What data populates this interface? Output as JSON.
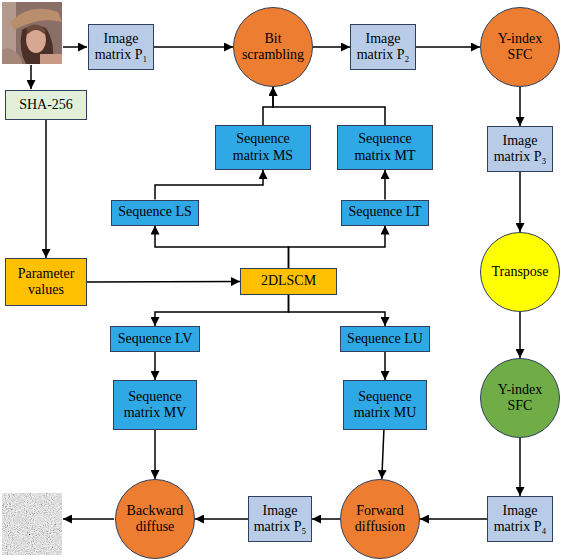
{
  "diagram": {
    "nodes": [
      {
        "text": [
          "Image matrix P₁"
        ]
      },
      {
        "text": [
          "Bit scrambling"
        ]
      },
      {
        "text": [
          "Image matrix P₂"
        ]
      },
      {
        "text": [
          "Y-index SFC"
        ]
      },
      {
        "text": [
          "SHA-256"
        ]
      },
      {
        "text": [
          "Sequence matrix MS"
        ]
      },
      {
        "text": [
          "Sequence matrix MT"
        ]
      },
      {
        "text": [
          "Image matrix P₃"
        ]
      },
      {
        "text": [
          "Sequence LS"
        ]
      },
      {
        "text": [
          "Sequence LT"
        ]
      },
      {
        "text": [
          "Parameter values"
        ]
      },
      {
        "text": [
          "2DLSCM"
        ]
      },
      {
        "text": [
          "Transpose"
        ]
      },
      {
        "text": [
          "Sequence LV"
        ]
      },
      {
        "text": [
          "Sequence LU"
        ]
      },
      {
        "text": [
          "Sequence matrix MV"
        ]
      },
      {
        "text": [
          "Sequence matrix MU"
        ]
      },
      {
        "text": [
          "Y-index SFC"
        ]
      },
      {
        "text": [
          "Backward diffuse"
        ]
      },
      {
        "text": [
          "Image matrix P₅"
        ]
      },
      {
        "text": [
          "Forward diffusion"
        ]
      },
      {
        "text": [
          "Image matrix P₄"
        ]
      }
    ],
    "edges": [
      {
        "from": 0,
        "to": 1,
        "arrow": "to"
      },
      {
        "from": 1,
        "to": 2,
        "arrow": "to"
      },
      {
        "from": 2,
        "to": 3,
        "arrow": "to"
      },
      {
        "from": 3,
        "to": 7,
        "arrow": "to"
      },
      {
        "from": 7,
        "to": 12,
        "arrow": "to"
      },
      {
        "from": 12,
        "to": 17,
        "arrow": "to"
      },
      {
        "from": 17,
        "to": 21,
        "arrow": "to"
      },
      {
        "from": 21,
        "to": 20,
        "arrow": "to"
      },
      {
        "from": 20,
        "to": 19,
        "arrow": "to"
      },
      {
        "from": 19,
        "to": 18,
        "arrow": "to"
      },
      {
        "from": 4,
        "to": 10,
        "arrow": "to"
      },
      {
        "from": 10,
        "to": 11,
        "arrow": "to"
      },
      {
        "from": 11,
        "to": 8,
        "arrow": "to"
      },
      {
        "from": 11,
        "to": 9,
        "arrow": "to"
      },
      {
        "from": 11,
        "to": 13,
        "arrow": "to"
      },
      {
        "from": 11,
        "to": 14,
        "arrow": "to"
      },
      {
        "from": 8,
        "to": 5,
        "arrow": "to"
      },
      {
        "from": 9,
        "to": 6,
        "arrow": "to"
      },
      {
        "from": 5,
        "to": 1,
        "arrow": "to"
      },
      {
        "from": 6,
        "to": 1,
        "arrow": "to"
      },
      {
        "from": 13,
        "to": 15,
        "arrow": "to"
      },
      {
        "from": 14,
        "to": 16,
        "arrow": "to"
      },
      {
        "from": 15,
        "to": 18,
        "arrow": "to"
      },
      {
        "from": 16,
        "to": 20,
        "arrow": "to"
      }
    ]
  }
}
